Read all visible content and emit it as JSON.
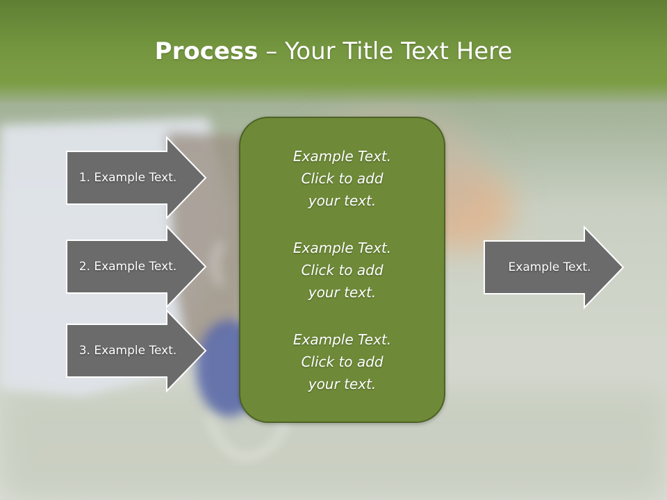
{
  "title": {
    "bold": "Process",
    "separator": " – ",
    "rest": "Your Title Text Here"
  },
  "left_arrows": [
    {
      "label": "1. Example Text."
    },
    {
      "label": "2. Example Text."
    },
    {
      "label": "3. Example Text."
    }
  ],
  "center_box": {
    "paragraphs": [
      "Example Text.\nClick  to add\nyour text.",
      "Example Text.\nClick  to add\nyour text.",
      "Example Text.\nClick  to add\nyour text."
    ]
  },
  "right_arrow": {
    "label": "Example Text."
  },
  "colors": {
    "arrow_fill": "#6b6b6b",
    "center_fill": "#6e8a38",
    "title_band": "#74963f"
  }
}
